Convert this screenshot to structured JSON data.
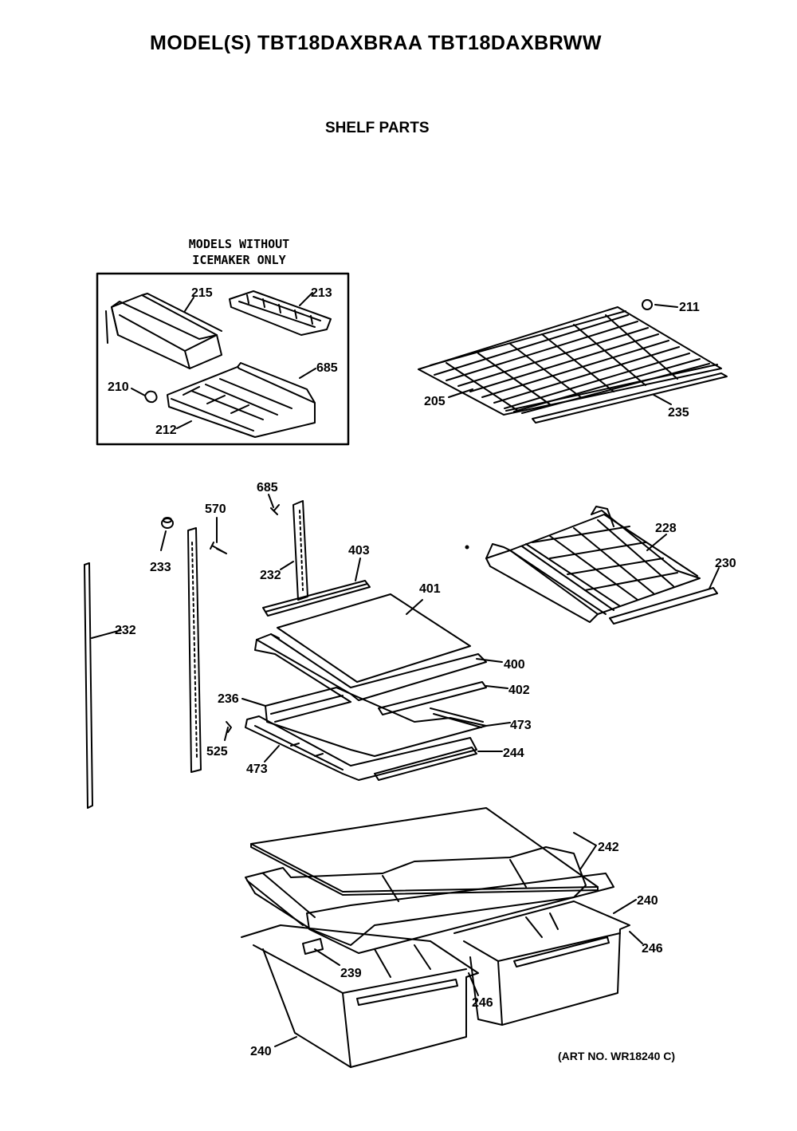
{
  "header": {
    "title": "MODEL(S) TBT18DAXBRAA  TBT18DAXBRWW",
    "subtitle": "SHELF PARTS"
  },
  "inset": {
    "caption_line1": "MODELS WITHOUT",
    "caption_line2": "ICEMAKER ONLY"
  },
  "callouts": {
    "p215": "215",
    "p213": "213",
    "p685_inset": "685",
    "p210": "210",
    "p212": "212",
    "p211": "211",
    "p205": "205",
    "p235": "235",
    "p685": "685",
    "p570": "570",
    "p233": "233",
    "p232_left": "232",
    "p232_mid": "232",
    "p403": "403",
    "p401": "401",
    "p400": "400",
    "p402": "402",
    "p236": "236",
    "p473_right": "473",
    "p473_left": "473",
    "p525": "525",
    "p244": "244",
    "p228": "228",
    "p230": "230",
    "p242": "242",
    "p240_right": "240",
    "p246_right": "246",
    "p246_mid": "246",
    "p239": "239",
    "p240_left": "240"
  },
  "footer": {
    "art_no": "(ART NO. WR18240 C)"
  }
}
